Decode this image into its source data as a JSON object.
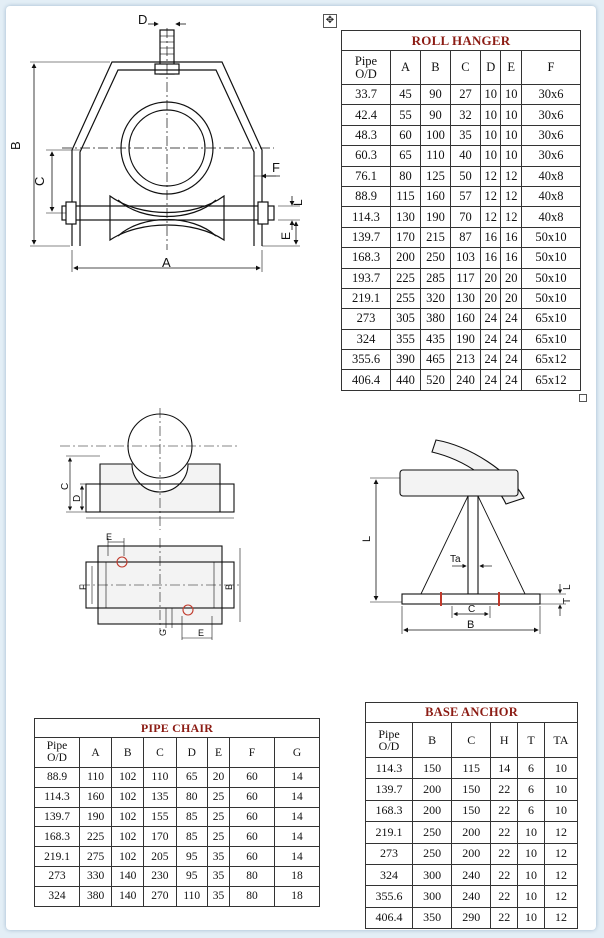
{
  "roll_hanger": {
    "title": "ROLL HANGER",
    "header_pipe_1": "Pipe",
    "header_pipe_2": "O/D",
    "columns": [
      "A",
      "B",
      "C",
      "D",
      "E",
      "F"
    ],
    "rows": [
      [
        "33.7",
        "45",
        "90",
        "27",
        "10",
        "10",
        "30x6"
      ],
      [
        "42.4",
        "55",
        "90",
        "32",
        "10",
        "10",
        "30x6"
      ],
      [
        "48.3",
        "60",
        "100",
        "35",
        "10",
        "10",
        "30x6"
      ],
      [
        "60.3",
        "65",
        "110",
        "40",
        "10",
        "10",
        "30x6"
      ],
      [
        "76.1",
        "80",
        "125",
        "50",
        "12",
        "12",
        "40x8"
      ],
      [
        "88.9",
        "115",
        "160",
        "57",
        "12",
        "12",
        "40x8"
      ],
      [
        "114.3",
        "130",
        "190",
        "70",
        "12",
        "12",
        "40x8"
      ],
      [
        "139.7",
        "170",
        "215",
        "87",
        "16",
        "16",
        "50x10"
      ],
      [
        "168.3",
        "200",
        "250",
        "103",
        "16",
        "16",
        "50x10"
      ],
      [
        "193.7",
        "225",
        "285",
        "117",
        "20",
        "20",
        "50x10"
      ],
      [
        "219.1",
        "255",
        "320",
        "130",
        "20",
        "20",
        "50x10"
      ],
      [
        "273",
        "305",
        "380",
        "160",
        "24",
        "24",
        "65x10"
      ],
      [
        "324",
        "355",
        "435",
        "190",
        "24",
        "24",
        "65x10"
      ],
      [
        "355.6",
        "390",
        "465",
        "213",
        "24",
        "24",
        "65x12"
      ],
      [
        "406.4",
        "440",
        "520",
        "240",
        "24",
        "24",
        "65x12"
      ]
    ]
  },
  "pipe_chair": {
    "title": "PIPE CHAIR",
    "header_pipe_1": "Pipe",
    "header_pipe_2": "O/D",
    "columns": [
      "A",
      "B",
      "C",
      "D",
      "E",
      "F",
      "G"
    ],
    "rows": [
      [
        "88.9",
        "110",
        "102",
        "110",
        "65",
        "20",
        "60",
        "14"
      ],
      [
        "114.3",
        "160",
        "102",
        "135",
        "80",
        "25",
        "60",
        "14"
      ],
      [
        "139.7",
        "190",
        "102",
        "155",
        "85",
        "25",
        "60",
        "14"
      ],
      [
        "168.3",
        "225",
        "102",
        "170",
        "85",
        "25",
        "60",
        "14"
      ],
      [
        "219.1",
        "275",
        "102",
        "205",
        "95",
        "35",
        "60",
        "14"
      ],
      [
        "273",
        "330",
        "140",
        "230",
        "95",
        "35",
        "80",
        "18"
      ],
      [
        "324",
        "380",
        "140",
        "270",
        "110",
        "35",
        "80",
        "18"
      ]
    ]
  },
  "base_anchor": {
    "title": "BASE ANCHOR",
    "header_pipe_1": "Pipe",
    "header_pipe_2": "O/D",
    "columns": [
      "B",
      "C",
      "H",
      "T",
      "TA"
    ],
    "rows": [
      [
        "114.3",
        "150",
        "115",
        "14",
        "6",
        "10"
      ],
      [
        "139.7",
        "200",
        "150",
        "22",
        "6",
        "10"
      ],
      [
        "168.3",
        "200",
        "150",
        "22",
        "6",
        "10"
      ],
      [
        "219.1",
        "250",
        "200",
        "22",
        "10",
        "12"
      ],
      [
        "273",
        "250",
        "200",
        "22",
        "10",
        "12"
      ],
      [
        "324",
        "300",
        "240",
        "22",
        "10",
        "12"
      ],
      [
        "355.6",
        "300",
        "240",
        "22",
        "10",
        "12"
      ],
      [
        "406.4",
        "350",
        "290",
        "22",
        "10",
        "12"
      ]
    ]
  },
  "drawing_labels": {
    "hanger": {
      "a": "A",
      "b": "B",
      "c": "C",
      "d": "D",
      "e": "E",
      "f": "F",
      "l": "L"
    },
    "chair": {
      "c": "C",
      "d": "D",
      "e_top": "E",
      "e_bottom": "E",
      "f": "F",
      "g": "G",
      "b": "B"
    },
    "anchor": {
      "l": "L",
      "ta": "Ta",
      "c": "C",
      "b": "B",
      "t": "T",
      "l_right": "L"
    }
  },
  "icons": {
    "move_handle": "move-icon",
    "resize_handle": "resize-handle-icon"
  },
  "colors": {
    "title_red": "#8c1c14",
    "page_bg": "#e3eef6"
  }
}
